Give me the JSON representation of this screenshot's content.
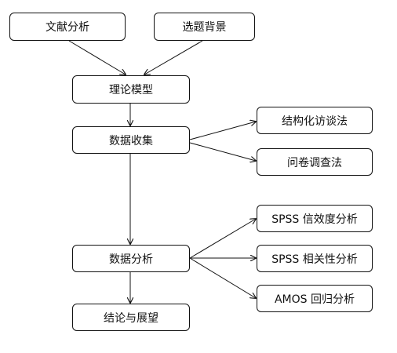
{
  "diagram": {
    "nodes": {
      "literature": "文献分析",
      "background": "选题背景",
      "theory": "理论模型",
      "collection": "数据收集",
      "interview": "结构化访谈法",
      "questionnaire": "问卷调查法",
      "analysis": "数据分析",
      "reliability": "SPSS 信效度分析",
      "correlation": "SPSS 相关性分析",
      "regression": "AMOS 回归分析",
      "conclusion": "结论与展望"
    },
    "edges": [
      [
        "literature",
        "theory"
      ],
      [
        "background",
        "theory"
      ],
      [
        "theory",
        "collection"
      ],
      [
        "collection",
        "interview"
      ],
      [
        "collection",
        "questionnaire"
      ],
      [
        "collection",
        "analysis"
      ],
      [
        "analysis",
        "reliability"
      ],
      [
        "analysis",
        "correlation"
      ],
      [
        "analysis",
        "regression"
      ],
      [
        "analysis",
        "conclusion"
      ]
    ]
  }
}
